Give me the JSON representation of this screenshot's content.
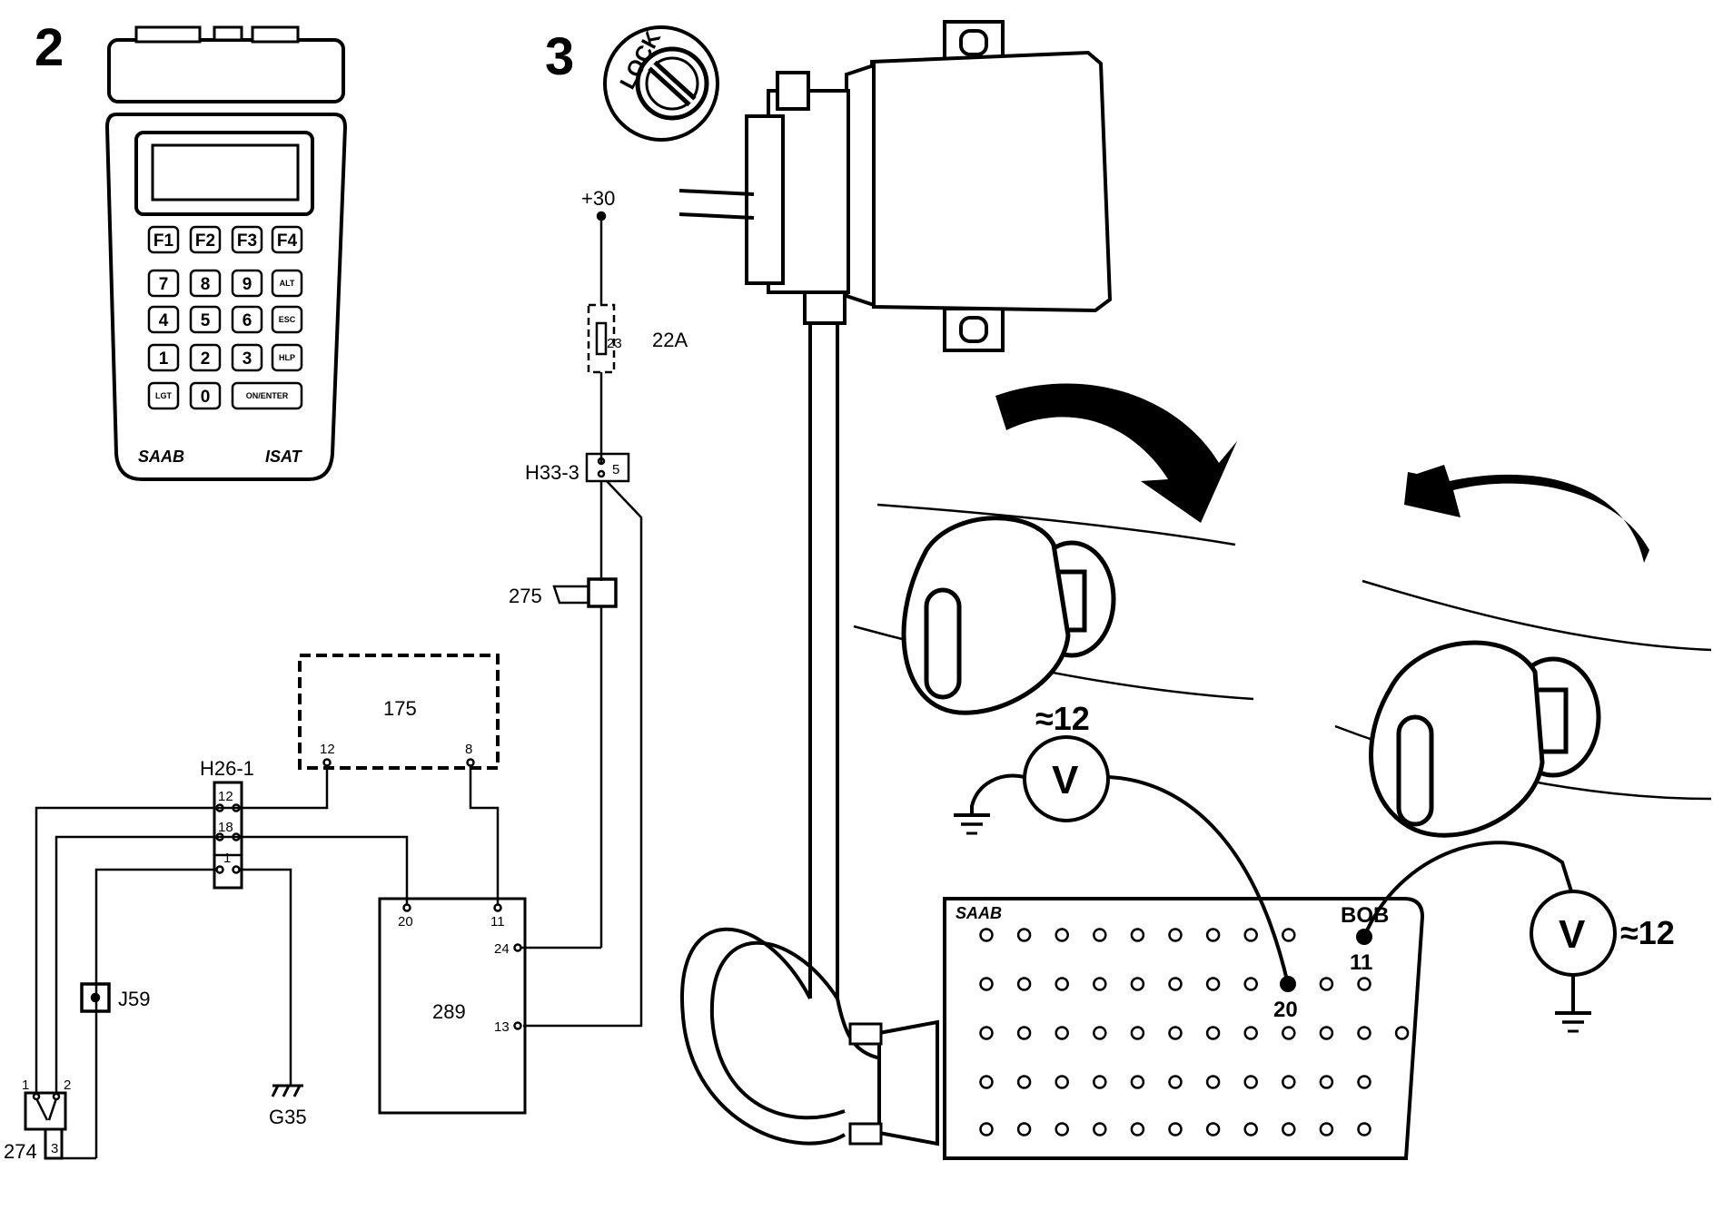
{
  "panels": {
    "panel2": {
      "number": "2"
    },
    "panel3": {
      "number": "3"
    }
  },
  "isat": {
    "brand": "SAAB",
    "model": "ISAT",
    "keys_row1": [
      "F1",
      "F2",
      "F3",
      "F4"
    ],
    "keys_row2": [
      "7",
      "8",
      "9",
      "ALT"
    ],
    "keys_row3": [
      "4",
      "5",
      "6",
      "ESC"
    ],
    "keys_row4": [
      "1",
      "2",
      "3",
      "HLP"
    ],
    "keys_row5": [
      "LGT",
      "0",
      "ON/ENTER"
    ]
  },
  "ignition": {
    "lock_label": "LOCK"
  },
  "circuit": {
    "supply": "+30",
    "fuse_number": "23",
    "fuse_rating": "22A",
    "connector_h33": "H33-3",
    "h33_pin": "5",
    "component_275": "275",
    "component_175": "175",
    "c175_pin_12": "12",
    "c175_pin_8": "8",
    "connector_h26": "H26-1",
    "h26_pin_12": "12",
    "h26_pin_18": "18",
    "h26_pin_1": "1",
    "component_289": "289",
    "c289_pin_20": "20",
    "c289_pin_11": "11",
    "c289_pin_24": "24",
    "c289_pin_13": "13",
    "connector_j59": "J59",
    "ground_g35": "G35",
    "switch_274": "274",
    "s274_pin_1": "1",
    "s274_pin_2": "2",
    "s274_pin_3": "3"
  },
  "breakout_box": {
    "brand": "SAAB",
    "label": "BOB",
    "pin_a": "20",
    "pin_b": "11"
  },
  "meters": {
    "symbol": "V",
    "reading_left": "≈12",
    "reading_right": "≈12"
  }
}
